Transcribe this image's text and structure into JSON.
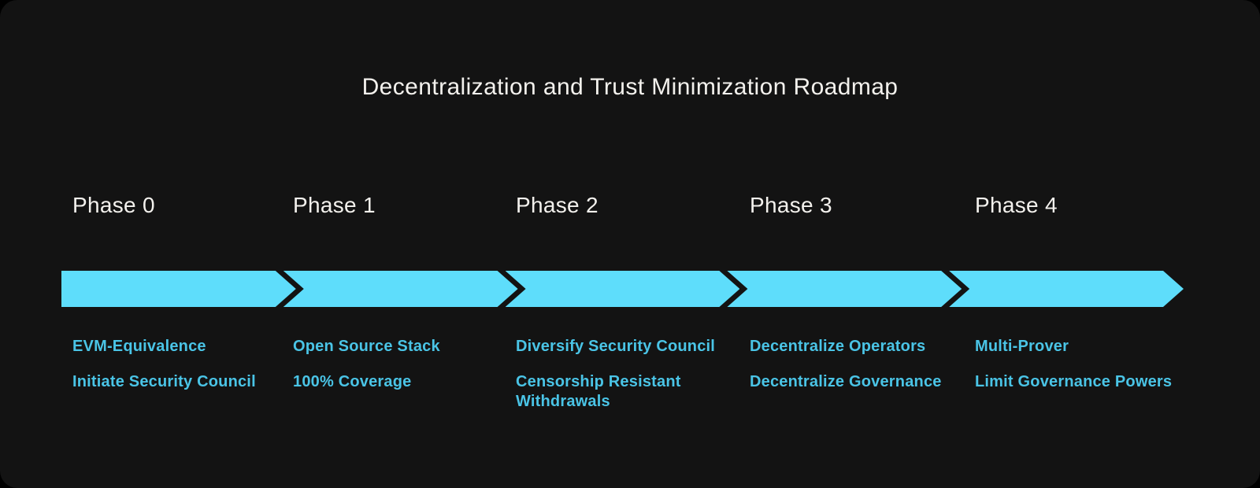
{
  "title": "Decentralization and Trust Minimization Roadmap",
  "colors": {
    "card-bg": "#131313",
    "heading": "#F3F1ED",
    "accent": "#5EDDFB",
    "item-text": "#4AC4E6"
  },
  "phases": [
    {
      "label": "Phase 0",
      "items": [
        "EVM-Equivalence",
        "Initiate Security Council"
      ]
    },
    {
      "label": "Phase 1",
      "items": [
        "Open Source Stack",
        "100% Coverage"
      ]
    },
    {
      "label": "Phase 2",
      "items": [
        "Diversify Security Council",
        "Censorship Resistant Withdrawals"
      ]
    },
    {
      "label": "Phase 3",
      "items": [
        "Decentralize Operators",
        "Decentralize Governance"
      ]
    },
    {
      "label": "Phase 4",
      "items": [
        "Multi-Prover",
        "Limit Governance Powers"
      ]
    }
  ]
}
